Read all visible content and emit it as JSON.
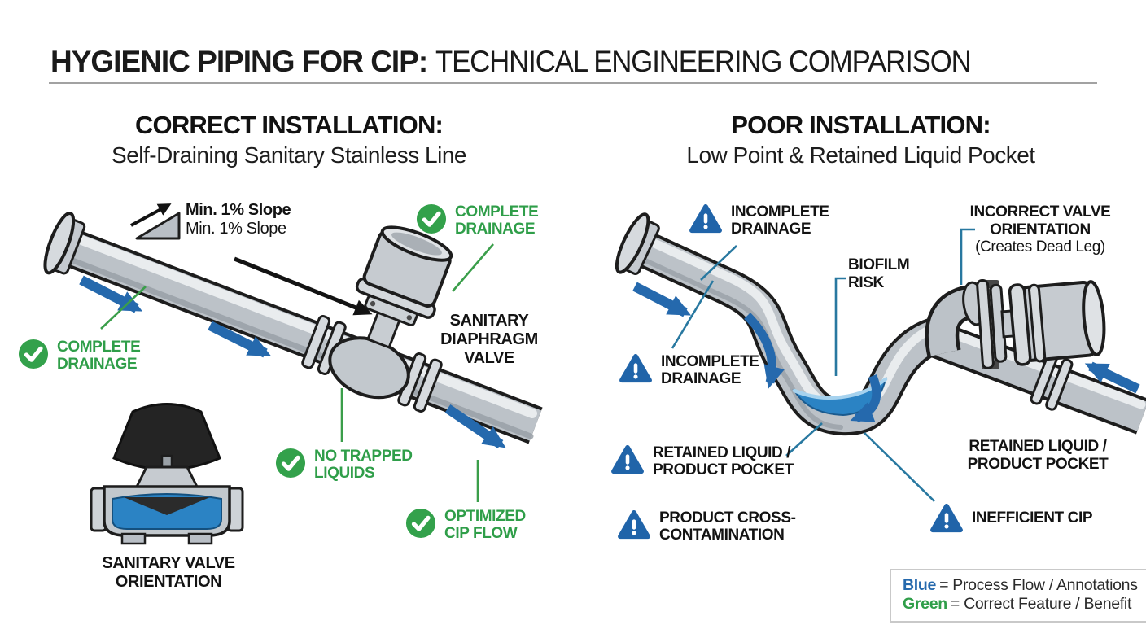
{
  "title": {
    "emphasis": "HYGIENIC PIPING FOR CIP:",
    "rest": "TECHNICAL ENGINEERING COMPARISON"
  },
  "correct_panel": {
    "heading": "CORRECT INSTALLATION:",
    "subheading": "Self-Draining Sanitary Stainless Line",
    "slope_note_bold": "Min. 1% Slope",
    "slope_note_regular": "Min. 1% Slope",
    "labels": {
      "complete_drainage_top": "COMPLETE DRAINAGE",
      "complete_drainage_left": "COMPLETE DRAINAGE",
      "no_trapped_liquids": "NO TRAPPED LIQUIDS",
      "optimized_cip_flow": "OPTIMIZED CIP FLOW",
      "sanitary_diaphragm_valve": "SANITARY DIAPHRAGM VALVE",
      "sanitary_valve_orientation": "SANITARY VALVE ORIENTATION"
    }
  },
  "poor_panel": {
    "heading": "POOR INSTALLATION:",
    "subheading": "Low Point & Retained Liquid Pocket",
    "labels": {
      "incomplete_drainage_top": "INCOMPLETE DRAINAGE",
      "incomplete_drainage_mid": "INCOMPLETE DRAINAGE",
      "incorrect_valve_orientation": "INCORRECT VALVE ORIENTATION",
      "incorrect_valve_note": "(Creates Dead Leg)",
      "biofilm_risk": "BIOFILM RISK",
      "retained_liquid_left": "RETAINED LIQUID / PRODUCT POCKET",
      "retained_liquid_right": "RETAINED LIQUID / PRODUCT POCKET",
      "product_cross_contamination": "PRODUCT CROSS-CONTAMINATION",
      "inefficient_cip": "INEFFICIENT CIP"
    }
  },
  "legend": {
    "blue_term": "Blue",
    "blue_text": "= Process Flow / Annotations",
    "green_term": "Green",
    "green_text": "= Correct Feature / Benefit"
  },
  "colors": {
    "benefit_green": "#2f9e49",
    "process_blue": "#2569ad",
    "annotation_teal": "#2878a0",
    "liquid_blue": "#2b83c4",
    "pipe_gray": "#bcc2c8",
    "text_black": "#131313"
  }
}
